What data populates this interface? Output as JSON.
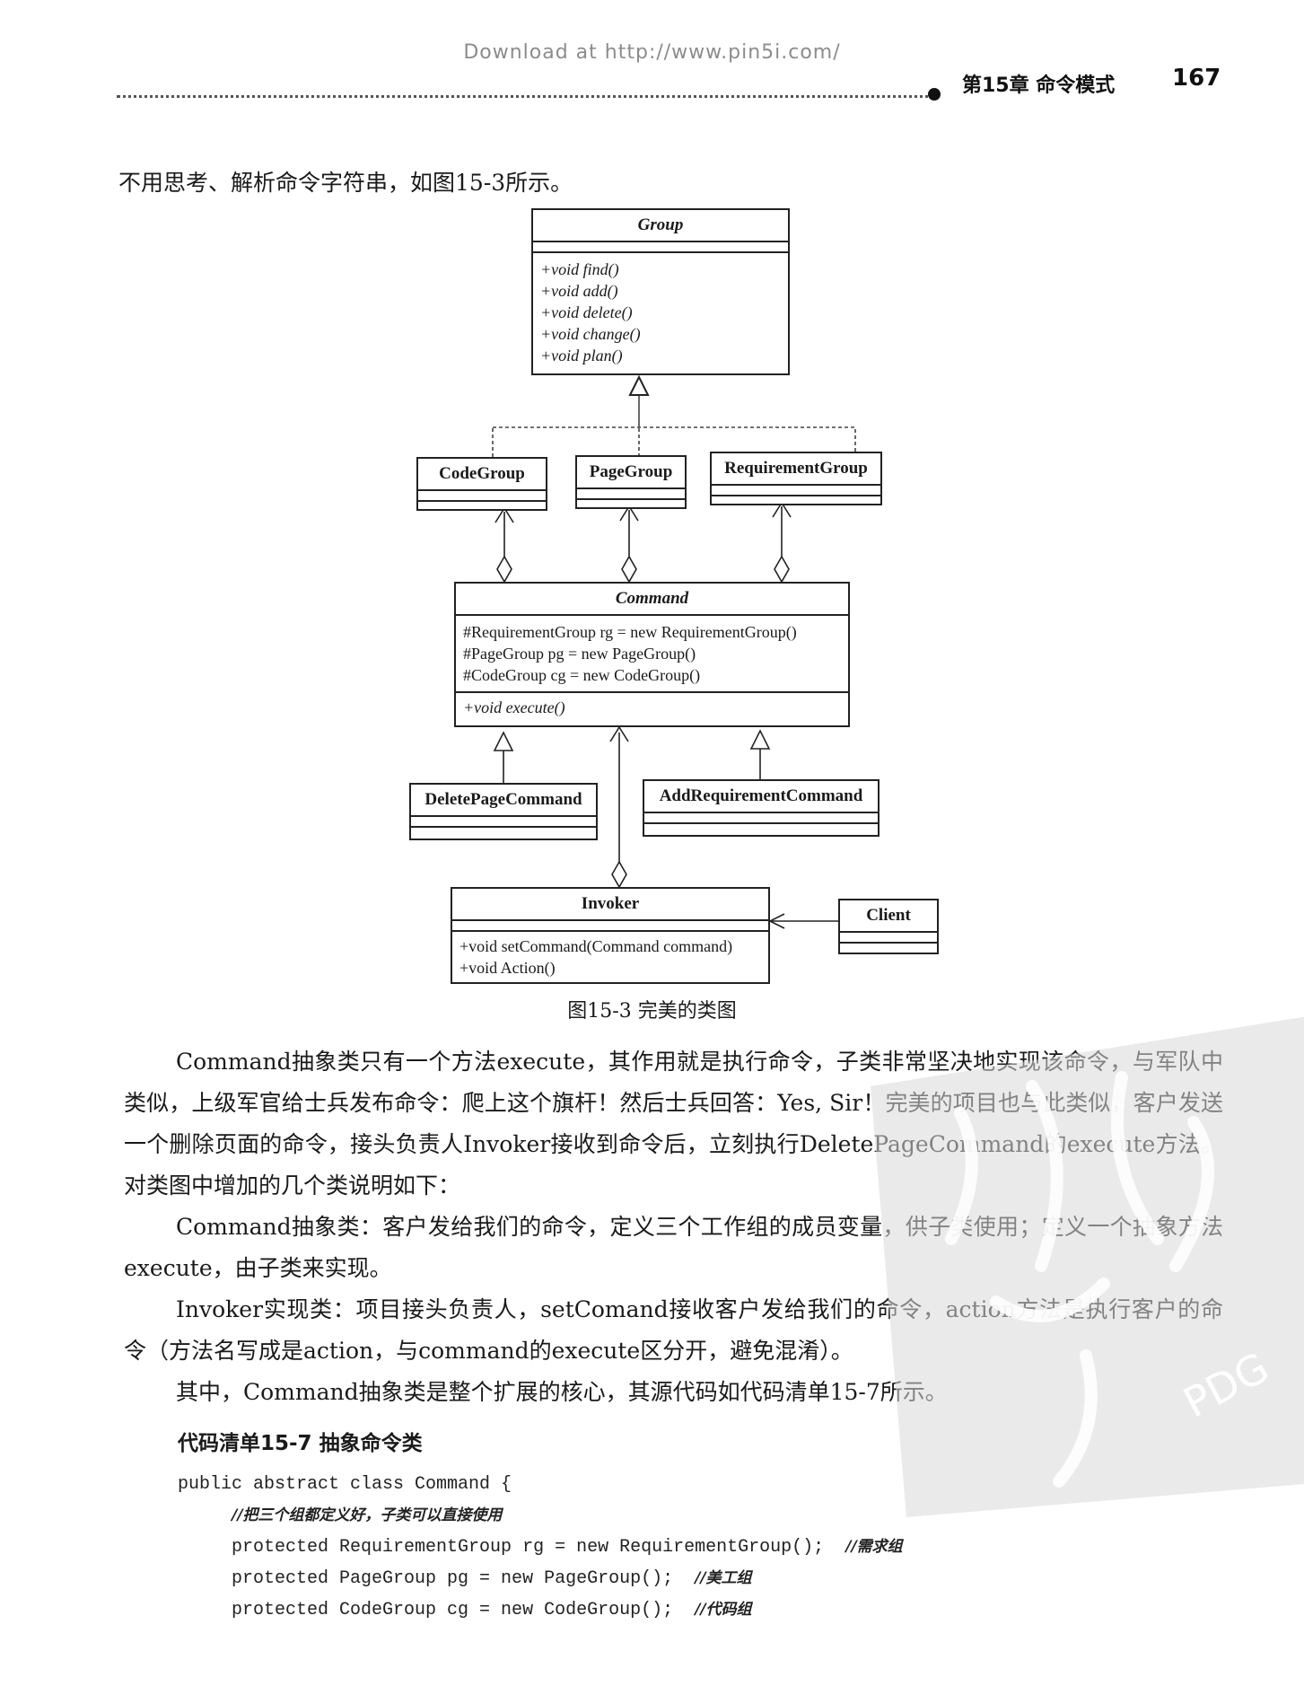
{
  "header": {
    "download_line": "Download at http://www.pin5i.com/",
    "chapter": "第15章  命令模式",
    "page_number": "167"
  },
  "intro": "不用思考、解析命令字符串，如图15-3所示。",
  "diagram": {
    "group": {
      "name": "Group",
      "ops": [
        "+void find()",
        "+void add()",
        "+void delete()",
        "+void change()",
        "+void plan()"
      ]
    },
    "code_group": {
      "name": "CodeGroup"
    },
    "page_group": {
      "name": "PageGroup"
    },
    "requirement_group": {
      "name": "RequirementGroup"
    },
    "command": {
      "name": "Command",
      "attrs": [
        "#RequirementGroup rg = new RequirementGroup()",
        "#PageGroup pg = new PageGroup()",
        "#CodeGroup cg = new CodeGroup()"
      ],
      "ops": [
        "+void execute()"
      ]
    },
    "delete_page_command": {
      "name": "DeletePageCommand"
    },
    "add_requirement_command": {
      "name": "AddRequirementCommand"
    },
    "invoker": {
      "name": "Invoker",
      "ops": [
        "+void setCommand(Command command)",
        "+void Action()"
      ]
    },
    "client": {
      "name": "Client"
    }
  },
  "caption": "图15-3   完美的类图",
  "paragraphs": [
    "Command抽象类只有一个方法execute，其作用就是执行命令，子类非常坚决地实现该命令，与军队中类似，上级军官给士兵发布命令：爬上这个旗杆！然后士兵回答：Yes, Sir！完美的项目也与此类似，客户发送一个删除页面的命令，接头负责人Invoker接收到命令后，立刻执行DeletePageCommand的execute方法。对类图中增加的几个类说明如下：",
    "Command抽象类：客户发给我们的命令，定义三个工作组的成员变量，供子类使用；定义一个抽象方法execute，由子类来实现。",
    "Invoker实现类：项目接头负责人，setComand接收客户发给我们的命令，action方法是执行客户的命令（方法名写成是action，与command的execute区分开，避免混淆）。",
    "其中，Command抽象类是整个扩展的核心，其源代码如代码清单15-7所示。"
  ],
  "listing": {
    "title": "代码清单15-7   抽象命令类",
    "lines": [
      {
        "code": "public abstract class Command {",
        "comment": ""
      },
      {
        "code": "     ",
        "comment": "//把三个组都定义好，子类可以直接使用"
      },
      {
        "code": "     protected RequirementGroup rg = new RequirementGroup();  ",
        "comment": "//需求组"
      },
      {
        "code": "     protected PageGroup pg = new PageGroup();  ",
        "comment": "//美工组"
      },
      {
        "code": "     protected CodeGroup cg = new CodeGroup();  ",
        "comment": "//代码组"
      }
    ]
  },
  "watermark_text": "PDG"
}
